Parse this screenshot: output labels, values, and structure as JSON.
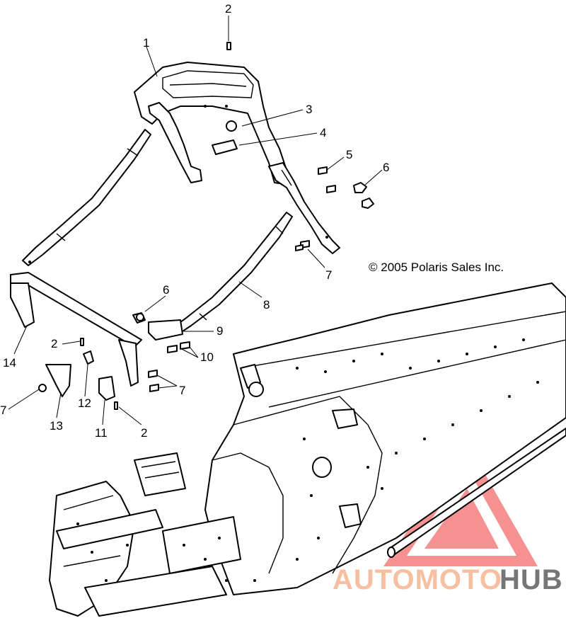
{
  "copyright": "© 2005 Polaris Sales Inc.",
  "watermark": {
    "word_part1": "AUTOMOTO",
    "word_part2": "HUB",
    "color_primary": "#f26d6d",
    "color_secondary": "#f6b08a",
    "color_dark": "#555555"
  },
  "callouts": [
    {
      "id": "c1",
      "label": "1"
    },
    {
      "id": "c2a",
      "label": "2"
    },
    {
      "id": "c3",
      "label": "3"
    },
    {
      "id": "c4",
      "label": "4"
    },
    {
      "id": "c5",
      "label": "5"
    },
    {
      "id": "c6a",
      "label": "6"
    },
    {
      "id": "c7a",
      "label": "7"
    },
    {
      "id": "c8",
      "label": "8"
    },
    {
      "id": "c6b",
      "label": "6"
    },
    {
      "id": "c9",
      "label": "9"
    },
    {
      "id": "c10",
      "label": "10"
    },
    {
      "id": "c2b",
      "label": "2"
    },
    {
      "id": "c14",
      "label": "14"
    },
    {
      "id": "c7b",
      "label": "7"
    },
    {
      "id": "c12",
      "label": "12"
    },
    {
      "id": "c7c",
      "label": "7"
    },
    {
      "id": "c13",
      "label": "13"
    },
    {
      "id": "c11",
      "label": "11"
    },
    {
      "id": "c2c",
      "label": "2"
    }
  ]
}
